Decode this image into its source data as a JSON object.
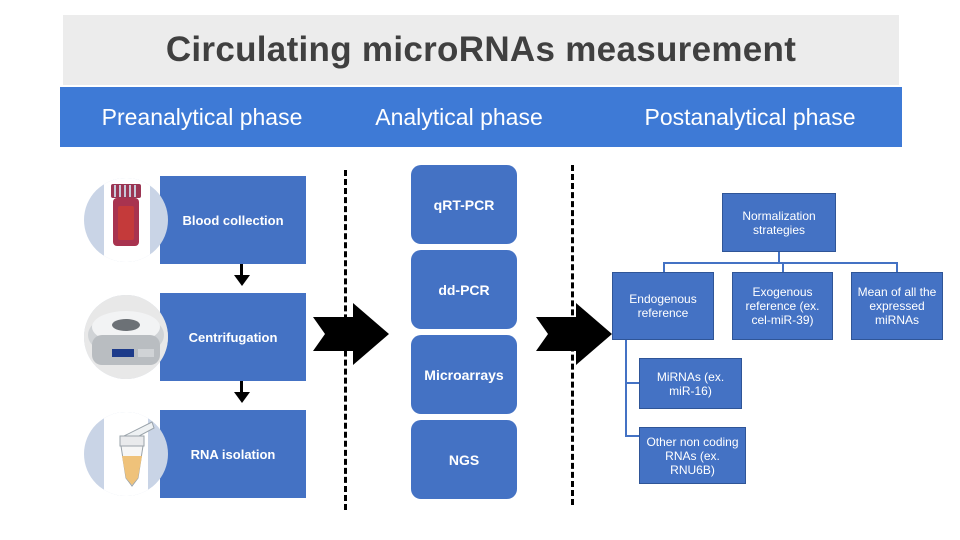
{
  "title": "Circulating microRNAs measurement",
  "phases": [
    "Preanalytical phase",
    "Analytical phase",
    "Postanalytical phase"
  ],
  "preanalytical_steps": [
    "Blood collection",
    "Centrifugation",
    "RNA  isolation"
  ],
  "methods": [
    "qRT-PCR",
    "dd-PCR",
    "Microarrays",
    "NGS"
  ],
  "normalization": {
    "root": "Normalization strategies",
    "children": [
      "Endogenous reference",
      "Exogenous reference  (ex. cel-miR-39)",
      "Mean of all the expressed miRNAs"
    ],
    "endogenous_children": [
      "MiRNAs (ex. miR-16)",
      "Other non coding RNAs (ex. RNU6B)"
    ]
  },
  "colors": {
    "band": "#3e7ad6",
    "box": "#4472c4",
    "title_bg": "#ececec",
    "title_text": "#404040"
  },
  "icons": [
    "blood-tube-icon",
    "centrifuge-icon",
    "microtube-icon",
    "down-arrow-icon",
    "right-arrow-icon"
  ]
}
